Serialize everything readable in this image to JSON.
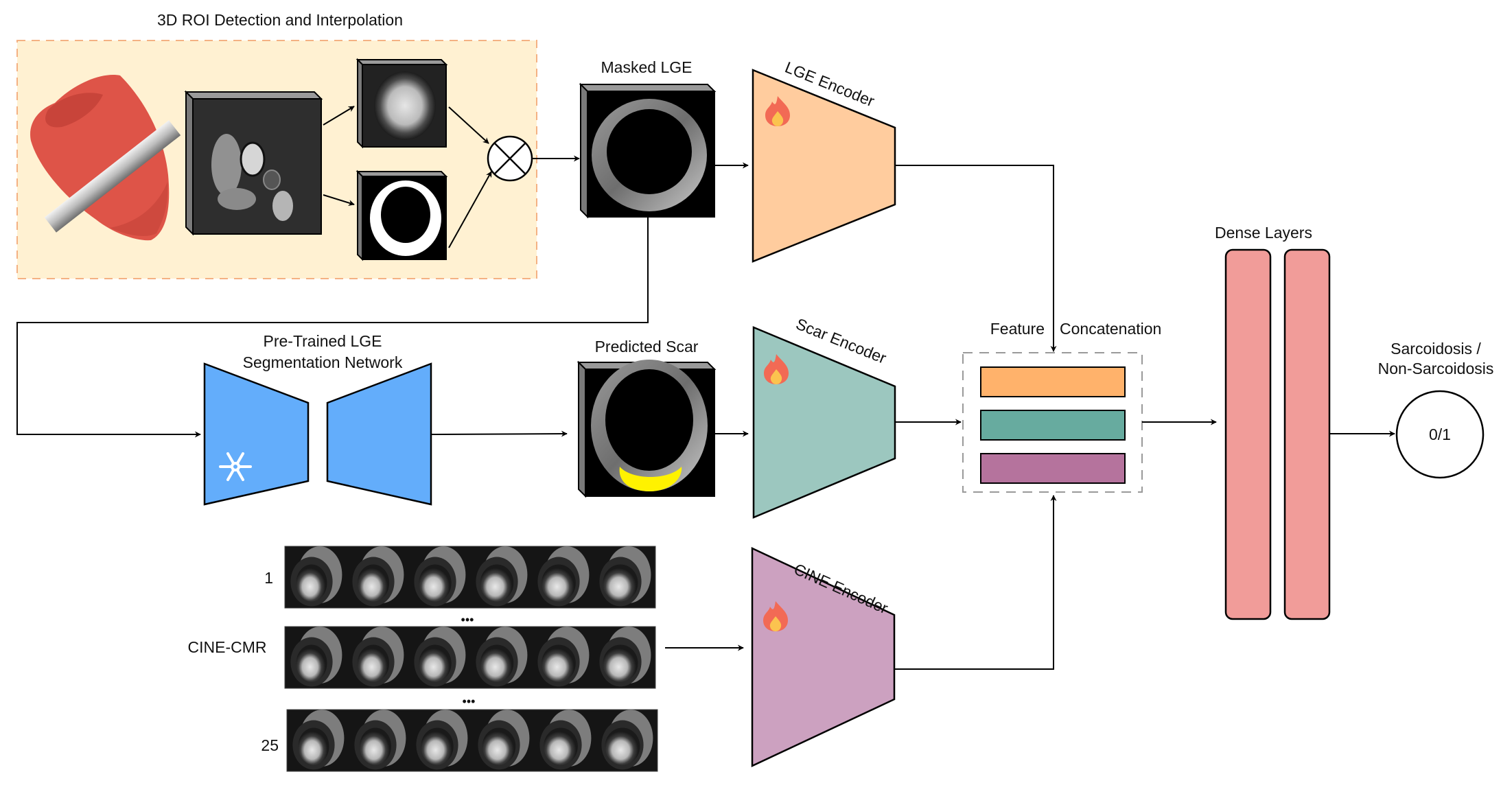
{
  "roi_section": {
    "title": "3D ROI Detection and Interpolation",
    "multiply_symbol": "⊗"
  },
  "masked_lge": {
    "label": "Masked LGE"
  },
  "lge_encoder": {
    "label": "LGE Encoder",
    "state_icon": "fire-icon",
    "color": "#FFCC9E"
  },
  "segmentation_network": {
    "label_line1": "Pre-Trained LGE",
    "label_line2": "Segmentation Network",
    "state_icon": "snowflake-icon",
    "color": "#63ADFB"
  },
  "predicted_scar": {
    "label": "Predicted Scar",
    "scar_color": "#FFF200"
  },
  "scar_encoder": {
    "label": "Scar Encoder",
    "state_icon": "fire-icon",
    "color": "#9CC7BF"
  },
  "cine": {
    "label": "CINE-CMR",
    "frames": [
      {
        "index_label": "1"
      },
      {
        "index_label": ""
      },
      {
        "index_label": "25"
      }
    ],
    "ellipsis": "•••",
    "slices_per_row": 6
  },
  "cine_encoder": {
    "label": "CINE Encoder",
    "state_icon": "fire-icon",
    "color": "#CCA1C0"
  },
  "feature_concat": {
    "label_left": "Feature",
    "label_right": "Concatenation",
    "bars": [
      {
        "name": "lge-feature",
        "color": "#FFB26B"
      },
      {
        "name": "scar-feature",
        "color": "#67AB9F"
      },
      {
        "name": "cine-feature",
        "color": "#B5739D"
      }
    ]
  },
  "dense_layers": {
    "label": "Dense Layers",
    "count": 2,
    "color": "#F19C99"
  },
  "output": {
    "label_line1": "Sarcoidosis /",
    "label_line2": "Non-Sarcoidosis",
    "value": "0/1"
  }
}
